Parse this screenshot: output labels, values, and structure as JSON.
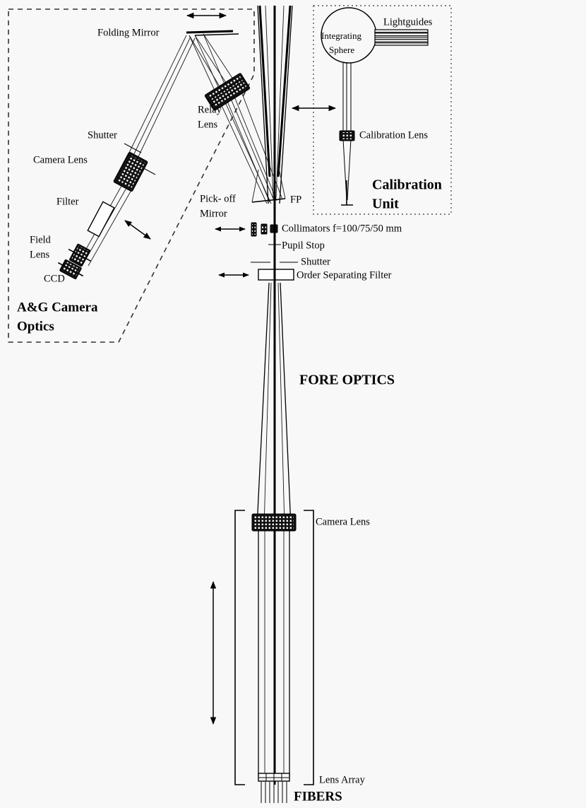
{
  "figure": {
    "title": "Fore optics, A&G camera and calibration unit optical layout",
    "background_color": "#f8f8f8",
    "line_color": "#000000"
  },
  "groups": {
    "ag_camera": {
      "caption_line1": "A&G Camera",
      "caption_line2": "Optics",
      "border_style": "dashed"
    },
    "calibration_unit": {
      "caption_line1": "Calibration",
      "caption_line2": "Unit",
      "border_style": "dotted"
    },
    "fore_optics": {
      "caption": "FORE OPTICS"
    }
  },
  "labels": {
    "folding_mirror": "Folding Mirror",
    "relay_lens_line1": "Relay",
    "relay_lens_line2": "Lens",
    "shutter_ag": "Shutter",
    "camera_lens_ag": "Camera Lens",
    "filter": "Filter",
    "field_lens_line1": "Field",
    "field_lens_line2": "Lens",
    "ccd": "CCD",
    "pickoff_mirror_line1": "Pick- off",
    "pickoff_mirror_line2": "Mirror",
    "fp": "FP",
    "collimators": "Collimators f=100/75/50 mm",
    "pupil_stop": "Pupil Stop",
    "shutter_fore": "Shutter",
    "order_separating_filter": "Order Separating Filter",
    "camera_lens_fore": "Camera Lens",
    "lens_array": "Lens Array",
    "fibers": "FIBERS",
    "integrating_sphere_line1": "Integrating",
    "integrating_sphere_line2": "Sphere",
    "lightguides": "Lightguides",
    "calibration_lens": "Calibration Lens"
  },
  "optical_elements": [
    {
      "name": "folding-mirror",
      "kind": "flat-mirror"
    },
    {
      "name": "relay-lens",
      "kind": "compound-lens"
    },
    {
      "name": "ag-shutter",
      "kind": "shutter-blade"
    },
    {
      "name": "ag-camera-lens",
      "kind": "compound-lens"
    },
    {
      "name": "ag-filter",
      "kind": "filter-plate"
    },
    {
      "name": "ag-field-lens",
      "kind": "lens"
    },
    {
      "name": "ag-ccd",
      "kind": "detector"
    },
    {
      "name": "pickoff-mirror",
      "kind": "tilted-mirror"
    },
    {
      "name": "collimator-wheel",
      "kind": "collimator-set"
    },
    {
      "name": "pupil-stop",
      "kind": "stop"
    },
    {
      "name": "fore-shutter",
      "kind": "shutter-blade"
    },
    {
      "name": "order-separating-filter",
      "kind": "filter-plate"
    },
    {
      "name": "fore-camera-lens",
      "kind": "compound-lens"
    },
    {
      "name": "lens-array",
      "kind": "lenslet-array"
    },
    {
      "name": "fiber-bundle",
      "kind": "fibers"
    },
    {
      "name": "integrating-sphere",
      "kind": "sphere"
    },
    {
      "name": "lightguides",
      "kind": "lightguide-bundle"
    },
    {
      "name": "calibration-lens",
      "kind": "lens"
    }
  ],
  "motion_arrows": [
    {
      "name": "folding-mirror-translation",
      "orientation": "horizontal"
    },
    {
      "name": "pickoff-mirror-insertion",
      "orientation": "horizontal"
    },
    {
      "name": "filter-exchange",
      "orientation": "diagonal"
    },
    {
      "name": "collimator-exchange",
      "orientation": "horizontal"
    },
    {
      "name": "order-filter-exchange",
      "orientation": "horizontal"
    },
    {
      "name": "calibration-unit-insertion",
      "orientation": "horizontal"
    },
    {
      "name": "fore-optics-focus",
      "orientation": "vertical"
    }
  ]
}
